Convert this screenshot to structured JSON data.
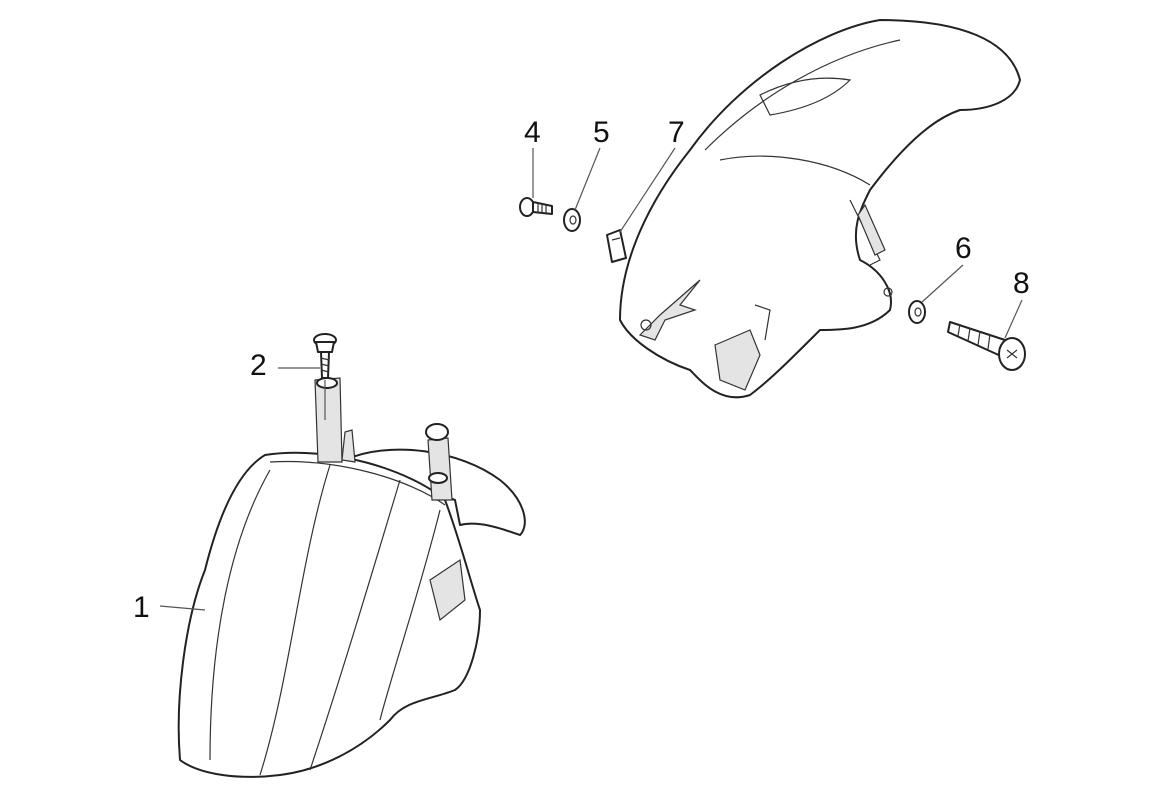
{
  "diagram": {
    "type": "exploded-parts-diagram",
    "parts": [
      {
        "id": "1",
        "label": "1"
      },
      {
        "id": "2",
        "label": "2"
      },
      {
        "id": "4",
        "label": "4"
      },
      {
        "id": "5",
        "label": "5"
      },
      {
        "id": "6",
        "label": "6"
      },
      {
        "id": "7",
        "label": "7"
      },
      {
        "id": "8",
        "label": "8"
      }
    ]
  }
}
